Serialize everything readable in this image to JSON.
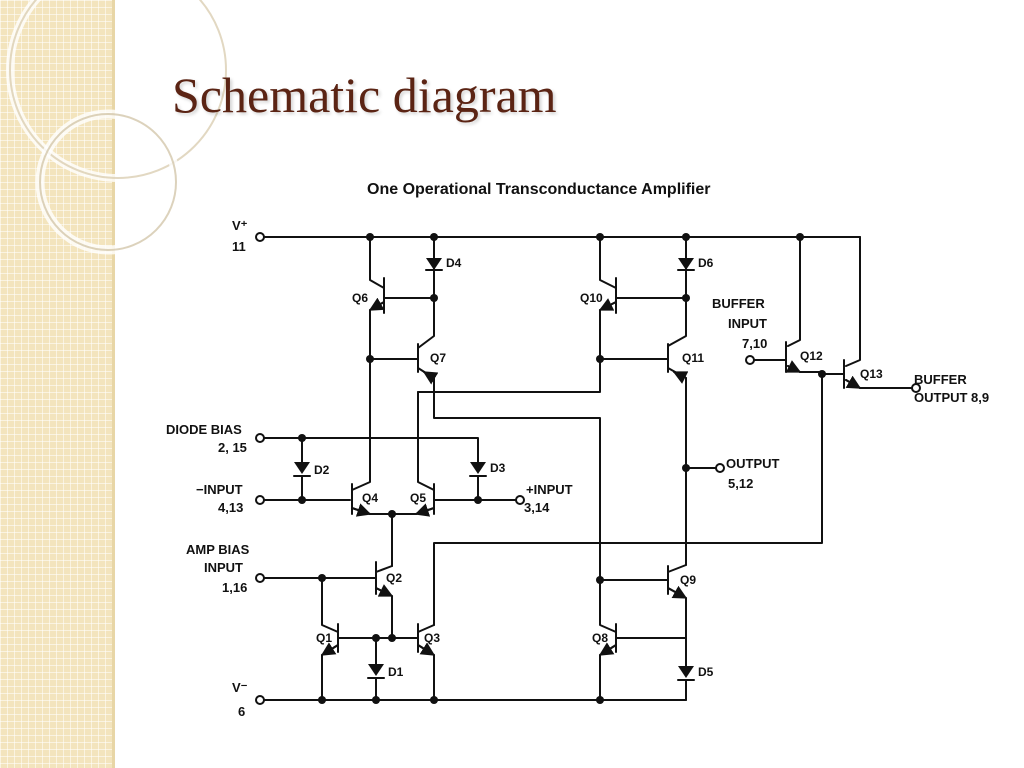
{
  "slide": {
    "title": "Schematic diagram",
    "accent_color": "#5b2414",
    "sidebar_color": "#f3e4bd"
  },
  "diagram": {
    "title": "One Operational Transconductance Amplifier",
    "labels": {
      "vplus_name": "V⁺",
      "vplus_pin": "11",
      "vminus_name": "V⁻",
      "vminus_pin": "6",
      "diode_bias_name": "DIODE BIAS",
      "diode_bias_pins": "2, 15",
      "minus_input_name": "−INPUT",
      "minus_input_pins": "4,13",
      "plus_input_name": "+INPUT",
      "plus_input_pins": "3,14",
      "amp_bias_name1": "AMP BIAS",
      "amp_bias_name2": "INPUT",
      "amp_bias_pins": "1,16",
      "buffer_input_name1": "BUFFER",
      "buffer_input_name2": "INPUT",
      "buffer_input_pins": "7,10",
      "buffer_output_name1": "BUFFER",
      "buffer_output_name2": "OUTPUT 8,9",
      "output_name": "OUTPUT",
      "output_pins": "5,12"
    },
    "transistors": {
      "q1": "Q1",
      "q2": "Q2",
      "q3": "Q3",
      "q4": "Q4",
      "q5": "Q5",
      "q6": "Q6",
      "q7": "Q7",
      "q8": "Q8",
      "q9": "Q9",
      "q10": "Q10",
      "q11": "Q11",
      "q12": "Q12",
      "q13": "Q13"
    },
    "diodes": {
      "d1": "D1",
      "d2": "D2",
      "d3": "D3",
      "d4": "D4",
      "d5": "D5",
      "d6": "D6"
    }
  }
}
